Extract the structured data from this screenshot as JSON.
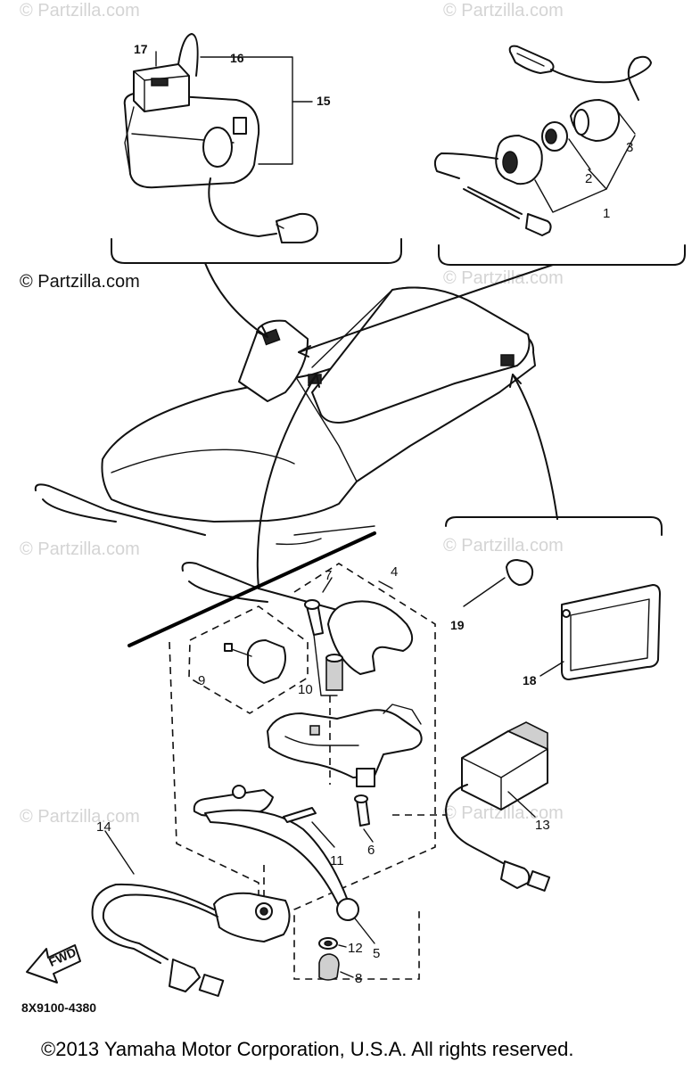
{
  "watermark_text": "© Partzilla.com",
  "callouts": {
    "c1": "1",
    "c2": "2",
    "c3": "3",
    "c4": "4",
    "c5": "5",
    "c6": "6",
    "c7": "7",
    "c8": "8",
    "c9": "9",
    "c10": "10",
    "c11": "11",
    "c12": "12",
    "c13": "13",
    "c14": "14",
    "c15": "15",
    "c16": "16",
    "c17": "17",
    "c18": "18",
    "c19": "19"
  },
  "fwd_label": "FWD",
  "diagram_code": "8X9100-4380",
  "copyright": "©2013 Yamaha Motor Corporation, U.S.A. All rights reserved."
}
